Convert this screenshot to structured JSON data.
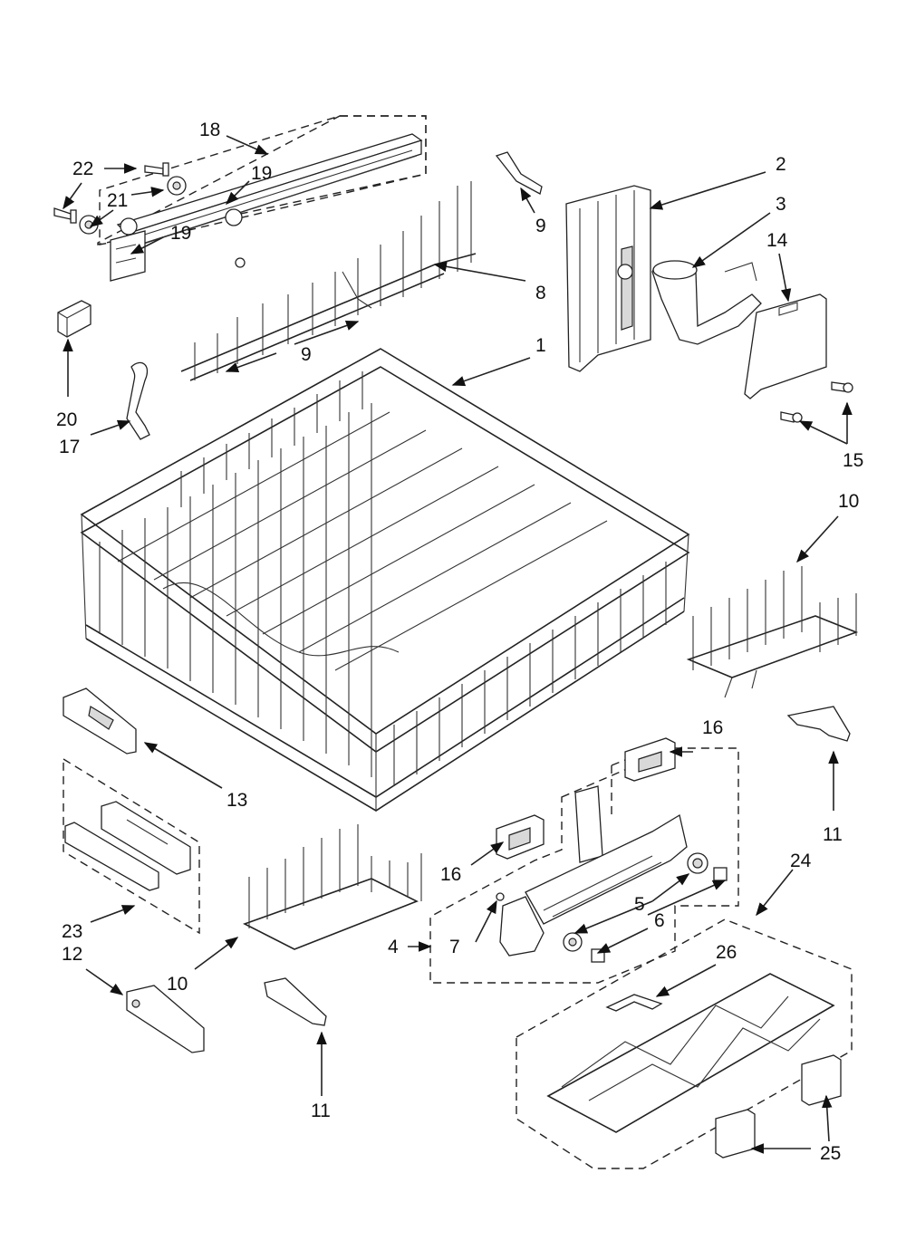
{
  "diagram": {
    "callouts": {
      "c1": "1",
      "c2": "2",
      "c3": "3",
      "c4": "4",
      "c5": "5",
      "c6": "6",
      "c7": "7",
      "c8": "8",
      "c9a": "9",
      "c9b": "9",
      "c10a": "10",
      "c10b": "10",
      "c11a": "11",
      "c11b": "11",
      "c12": "12",
      "c13": "13",
      "c14": "14",
      "c15": "15",
      "c16a": "16",
      "c16b": "16",
      "c17": "17",
      "c18": "18",
      "c19a": "19",
      "c19b": "19",
      "c20": "20",
      "c21": "21",
      "c22": "22",
      "c23": "23",
      "c24": "24",
      "c25": "25",
      "c26": "26"
    }
  }
}
